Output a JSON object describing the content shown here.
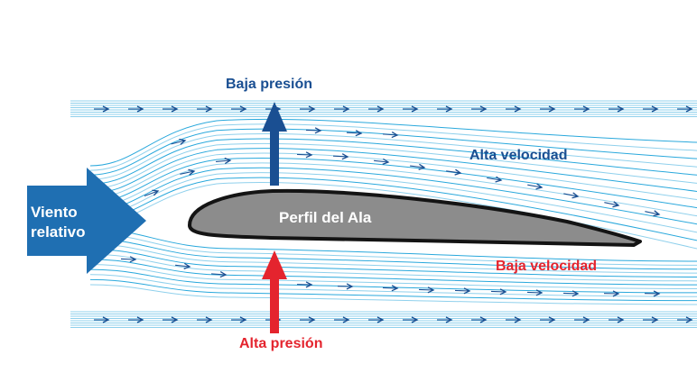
{
  "labels": {
    "top_pressure": "Baja presión",
    "high_velocity": "Alta velocidad",
    "wind_line1": "Viento",
    "wind_line2": "relativo",
    "airfoil": "Perfil del Ala",
    "low_velocity": "Baja velocidad",
    "bottom_pressure": "Alta presión"
  },
  "colors": {
    "stream": "#29a8dc",
    "stream_light": "#8fd0ec",
    "navy": "#1a4f92",
    "wind_arrow": "#1f6fb2",
    "red": "#e4242e",
    "airfoil_fill": "#8c8c8c",
    "airfoil_stroke": "#141414"
  }
}
